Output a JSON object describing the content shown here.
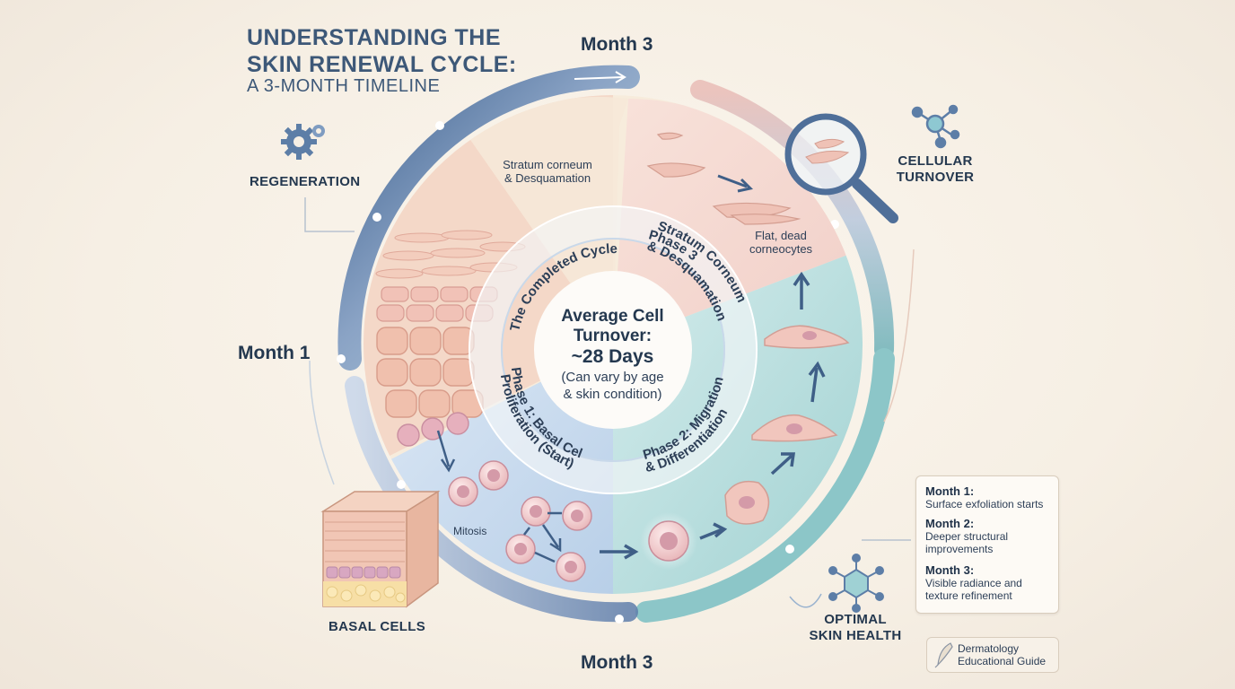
{
  "header": {
    "title_line1": "UNDERSTANDING THE",
    "title_line2": "SKIN RENEWAL CYCLE:",
    "subtitle": "A 3-MONTH TIMELINE"
  },
  "months": {
    "top": "Month 3",
    "left": "Month 1",
    "bottom": "Month 3"
  },
  "side_labels": {
    "regeneration": "REGENERATION",
    "cellular_turnover_1": "CELLULAR",
    "cellular_turnover_2": "TURNOVER",
    "basal_cells": "BASAL CELLS",
    "optimal_1": "OPTIMAL",
    "optimal_2": "SKIN HEALTH"
  },
  "annotations": {
    "stratum_line1": "Stratum corneum",
    "stratum_line2": "& Desquamation",
    "flat_line1": "Flat, dead",
    "flat_line2": "corneocytes",
    "mitosis": "Mitosis"
  },
  "phases": {
    "completed": "The Completed Cycle",
    "phase3_line1": "Phase 3",
    "phase3_line2": "Stratum Corneum",
    "phase3_line3": "& Desquamation",
    "phase1_line1": "Phase 1: Basal Cell",
    "phase1_line2": "Proliferation (Start)",
    "phase2_line1": "Phase 2: Migration",
    "phase2_line2": "& Differentiation"
  },
  "center": {
    "title_line1": "Average Cell",
    "title_line2": "Turnover:",
    "days": "~28 Days",
    "note_line1": "(Can vary by age",
    "note_line2": "& skin condition)"
  },
  "info_box": {
    "items": [
      {
        "label": "Month 1:",
        "text": "Surface exfoliation starts"
      },
      {
        "label": "Month 2:",
        "text_line1": "Deeper structural",
        "text_line2": "improvements"
      },
      {
        "label": "Month 3:",
        "text_line1": "Visible radiance and",
        "text_line2": "texture refinement"
      }
    ]
  },
  "guide": {
    "line1": "Dermatology",
    "line2": "Educational Guide"
  },
  "icons": [
    "gear-icon",
    "molecule-icon",
    "magnifier-icon",
    "hexagon-molecule-icon",
    "quill-icon"
  ],
  "colors": {
    "ring_blue": "#5878a4",
    "ring_teal": "#7fbfc2",
    "ring_pink": "#e7b7b2",
    "title": "#3d5878",
    "text_dark": "#24384f"
  }
}
